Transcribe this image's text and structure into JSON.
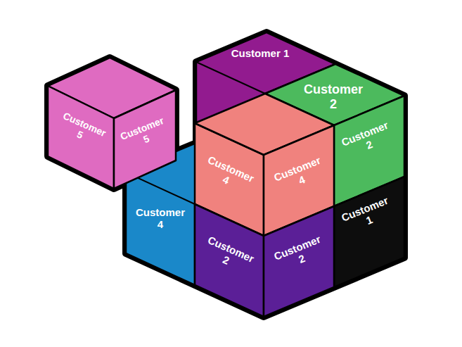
{
  "diagram": {
    "nodes": [
      {
        "text": [
          "Customer 1"
        ]
      },
      {
        "text": [
          "Customer 2"
        ]
      },
      {
        "text": [
          "Customer 5"
        ]
      },
      {
        "text": [
          "Customer 5"
        ]
      },
      {
        "text": [
          "Customer 2"
        ]
      },
      {
        "text": [
          "Customer 4"
        ]
      },
      {
        "text": [
          "Customer 4"
        ]
      },
      {
        "text": [
          "Customer 1"
        ]
      },
      {
        "text": [
          "Customer 4"
        ]
      },
      {
        "text": [
          "Customer 2"
        ]
      },
      {
        "text": [
          "Customer 2"
        ]
      }
    ]
  }
}
